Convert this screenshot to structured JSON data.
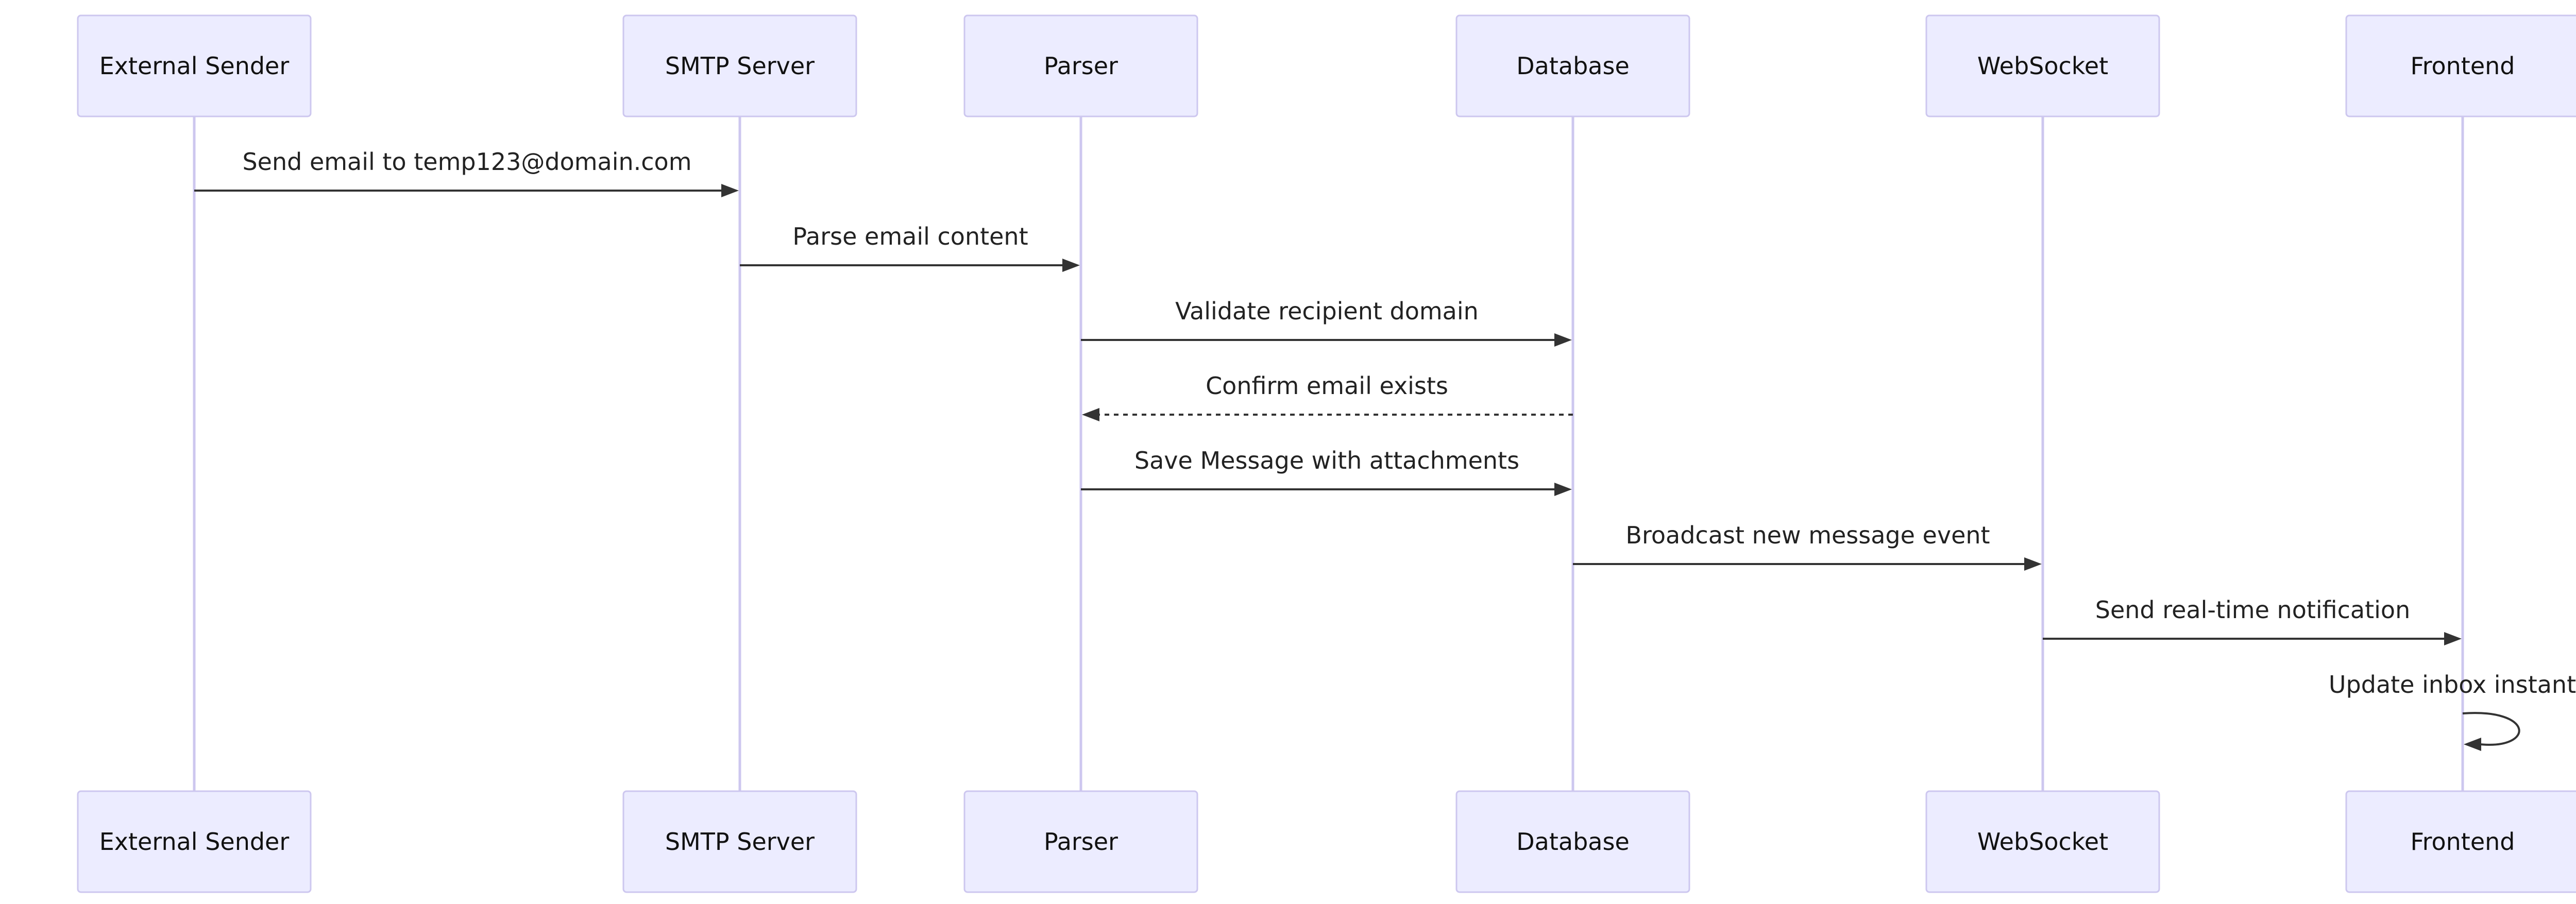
{
  "participants": [
    {
      "id": "sender",
      "label": "External Sender"
    },
    {
      "id": "smtp",
      "label": "SMTP Server"
    },
    {
      "id": "parser",
      "label": "Parser"
    },
    {
      "id": "db",
      "label": "Database"
    },
    {
      "id": "ws",
      "label": "WebSocket"
    },
    {
      "id": "frontend",
      "label": "Frontend"
    }
  ],
  "messages": [
    {
      "from": "sender",
      "to": "smtp",
      "label": "Send email to temp123@domain.com",
      "style": "solid"
    },
    {
      "from": "smtp",
      "to": "parser",
      "label": "Parse email content",
      "style": "solid"
    },
    {
      "from": "parser",
      "to": "db",
      "label": "Validate recipient domain",
      "style": "solid"
    },
    {
      "from": "db",
      "to": "parser",
      "label": "Confirm email exists",
      "style": "dashed"
    },
    {
      "from": "parser",
      "to": "db",
      "label": "Save Message with attachments",
      "style": "solid"
    },
    {
      "from": "db",
      "to": "ws",
      "label": "Broadcast new message event",
      "style": "solid"
    },
    {
      "from": "ws",
      "to": "frontend",
      "label": "Send real-time notification",
      "style": "solid"
    },
    {
      "from": "frontend",
      "to": "frontend",
      "label": "Update inbox instantly",
      "style": "solid"
    }
  ],
  "colors": {
    "actor_fill": "#ececff",
    "actor_border": "#cdc7ef",
    "lifeline": "#cdc7ef",
    "arrow": "#333333",
    "text": "#222222"
  }
}
